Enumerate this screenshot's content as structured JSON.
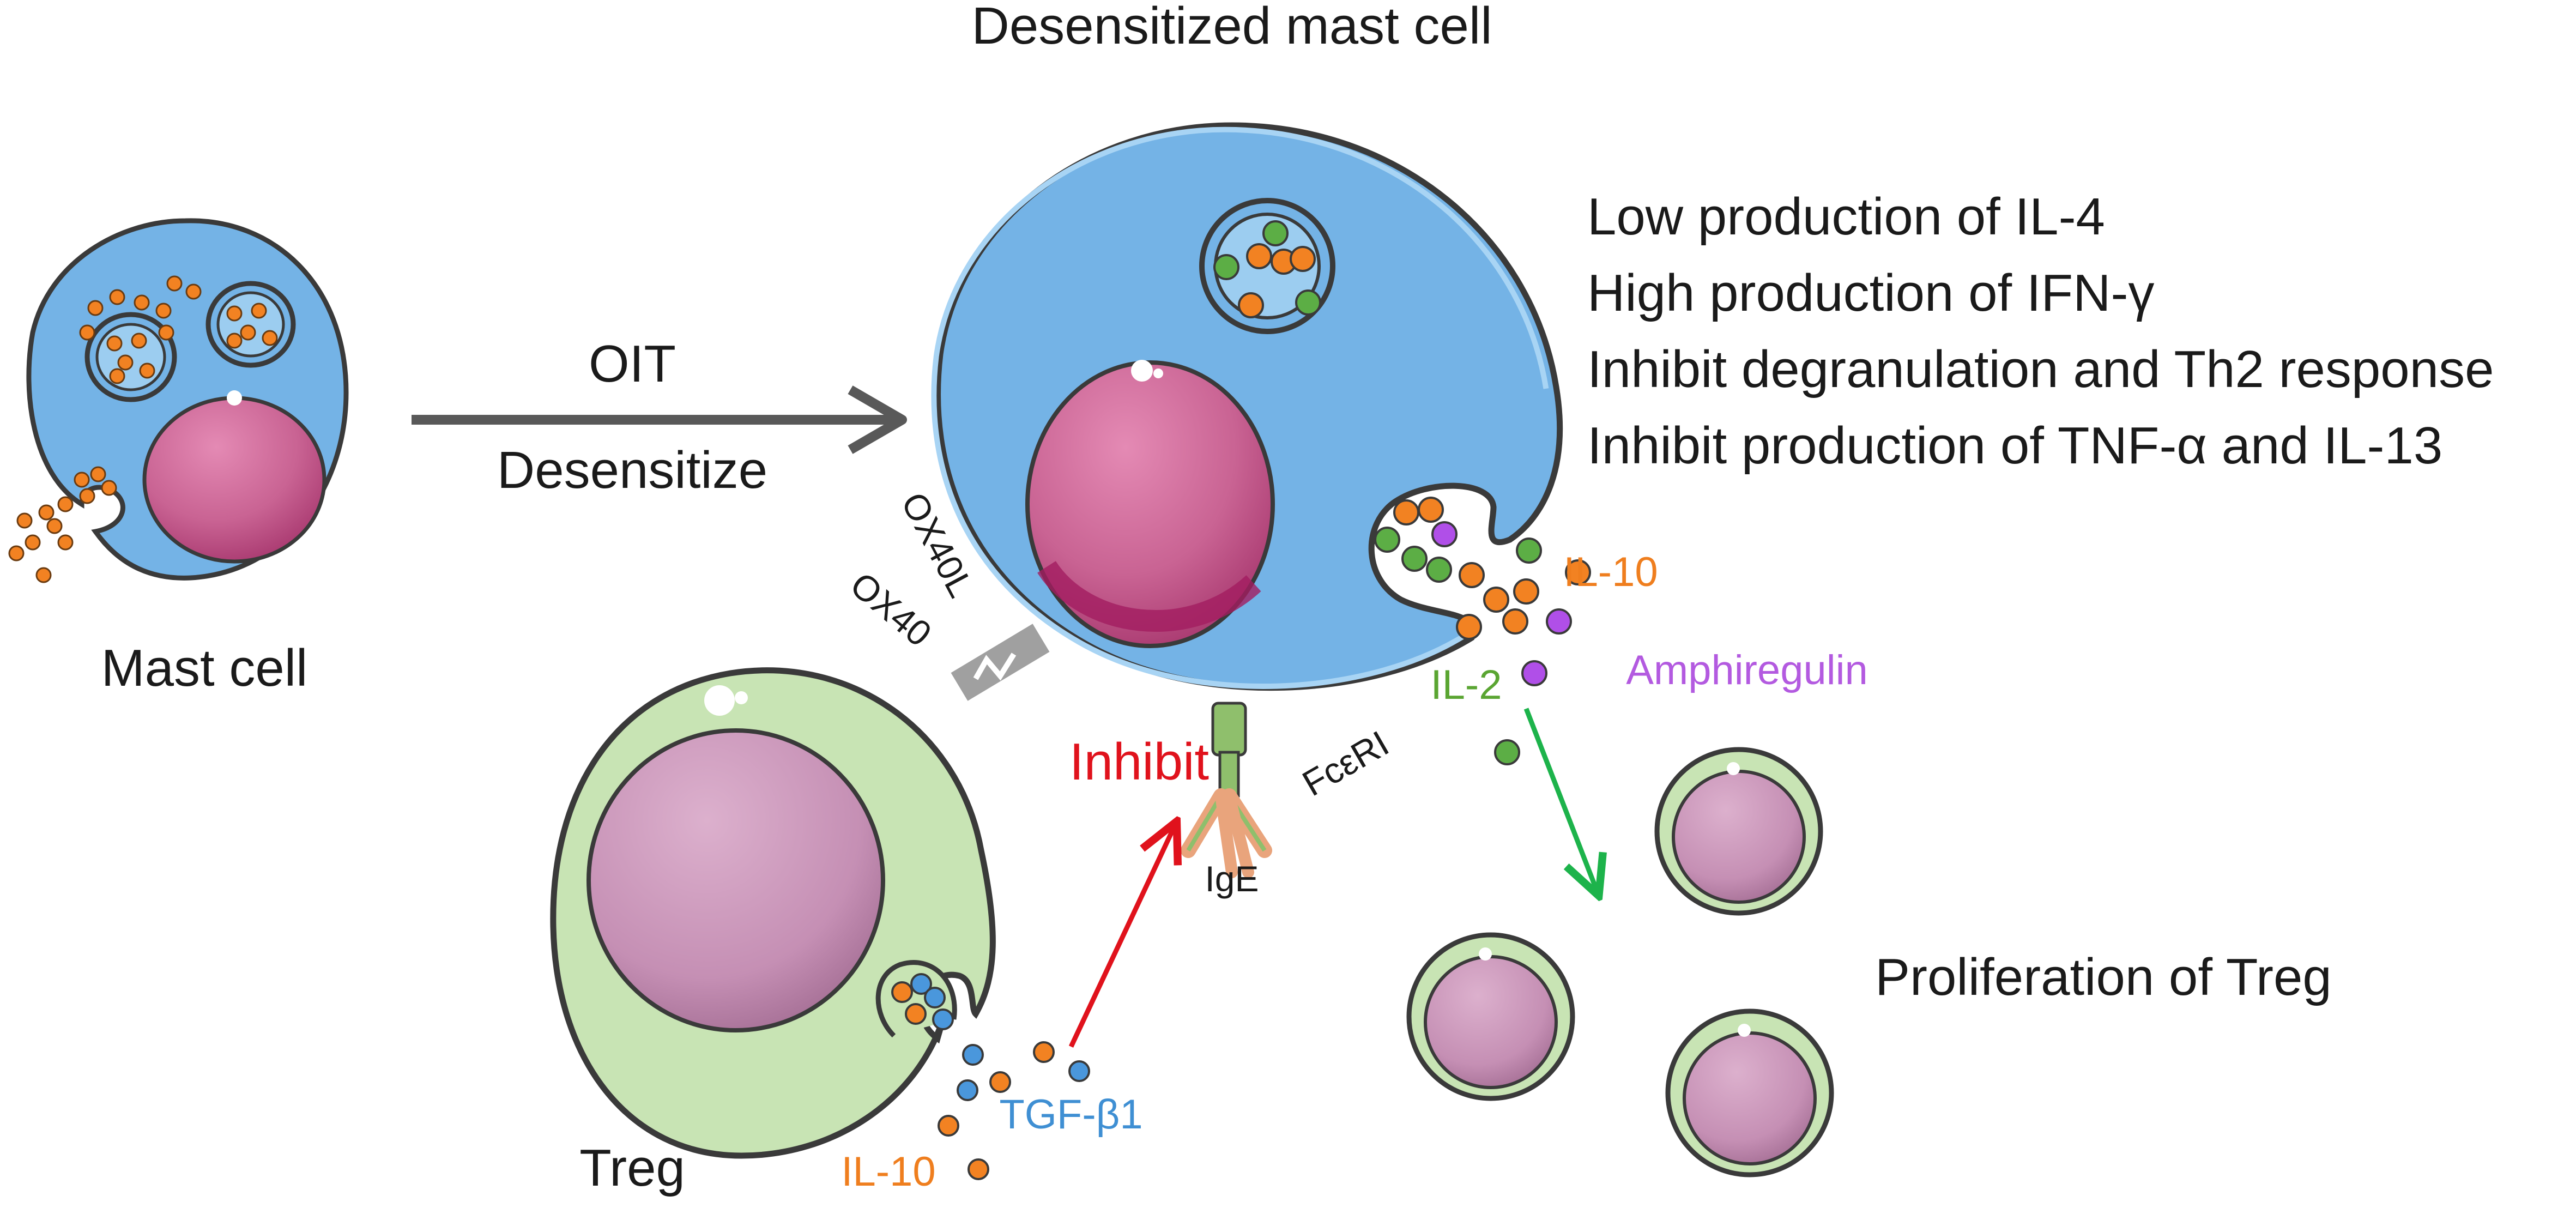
{
  "labels": {
    "title": "Desensitized mast cell",
    "mast_cell": "Mast cell",
    "oit": "OIT",
    "desensitize": "Desensitize",
    "treg": "Treg",
    "ox40l": "OX40L",
    "ox40": "OX40",
    "fceri": "FcεRI",
    "ige": "IgE",
    "inhibit": "Inhibit",
    "il10_right": "IL-10",
    "il2": "IL-2",
    "amphiregulin": "Amphiregulin",
    "tgf_b1": "TGF-β1",
    "il10_bottom": "IL-10",
    "proliferation": "Proliferation of Treg"
  },
  "effects": [
    "Low production of IL-4",
    "High production of IFN-γ",
    "Inhibit degranulation and Th2 response",
    "Inhibit production of TNF-α and IL-13"
  ],
  "colors": {
    "mast_cytoplasm": "#74b3e6",
    "treg_cytoplasm": "#c8e4b4",
    "nucleus_mast": "#c96393",
    "nucleus_treg": "#c58fb4",
    "orange_granule": "#f28222",
    "green_granule": "#5cae45",
    "purple_granule": "#b04fe8",
    "blue_granule": "#4a97dc",
    "inhibit_red": "#e0121c",
    "il10_orange": "#ef7e1e",
    "il2_green": "#5aa532",
    "amphiregulin_purple": "#b35ae0",
    "tgf_blue": "#3f8fd3",
    "arrow_gray": "#595959",
    "arrow_green": "#1db34b"
  }
}
